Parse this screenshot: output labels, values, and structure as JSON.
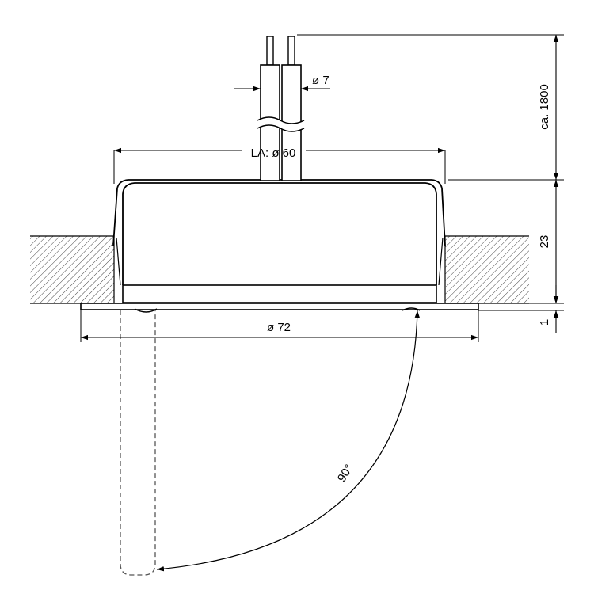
{
  "dimensions": {
    "cable_diameter": "ø 7",
    "cutout_diameter": "LA: ø 60",
    "cable_length": "ca. 1800",
    "body_height": "23",
    "flange_thickness": "1",
    "flange_diameter": "ø 72",
    "swing_angle": "90°"
  }
}
